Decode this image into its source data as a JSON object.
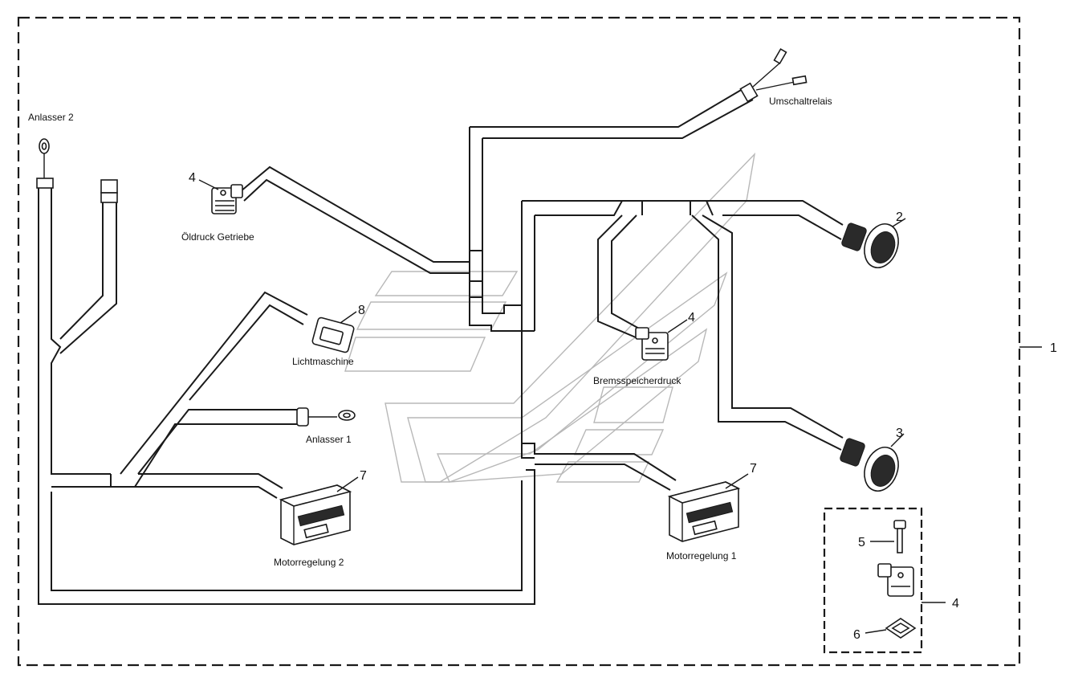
{
  "labels": {
    "anlasser2": "Anlasser 2",
    "oeldruck": "Öldruck Getriebe",
    "umschaltrelais": "Umschaltrelais",
    "lichtmaschine": "Lichtmaschine",
    "anlasser1": "Anlasser 1",
    "bremsspeicherdruck": "Bremsspeicherdruck",
    "motorregelung2": "Motorregelung 2",
    "motorregelung1": "Motorregelung 1"
  },
  "callouts": {
    "harness": "1",
    "connector_round_top": "2",
    "connector_round_bottom": "3",
    "sensor_oeldruck": "4",
    "sensor_bremsspeicher": "4",
    "detail_group": "4",
    "screw": "5",
    "gasket": "6",
    "ecu_plug_left": "7",
    "ecu_plug_right": "7",
    "alternator_plug": "8"
  }
}
